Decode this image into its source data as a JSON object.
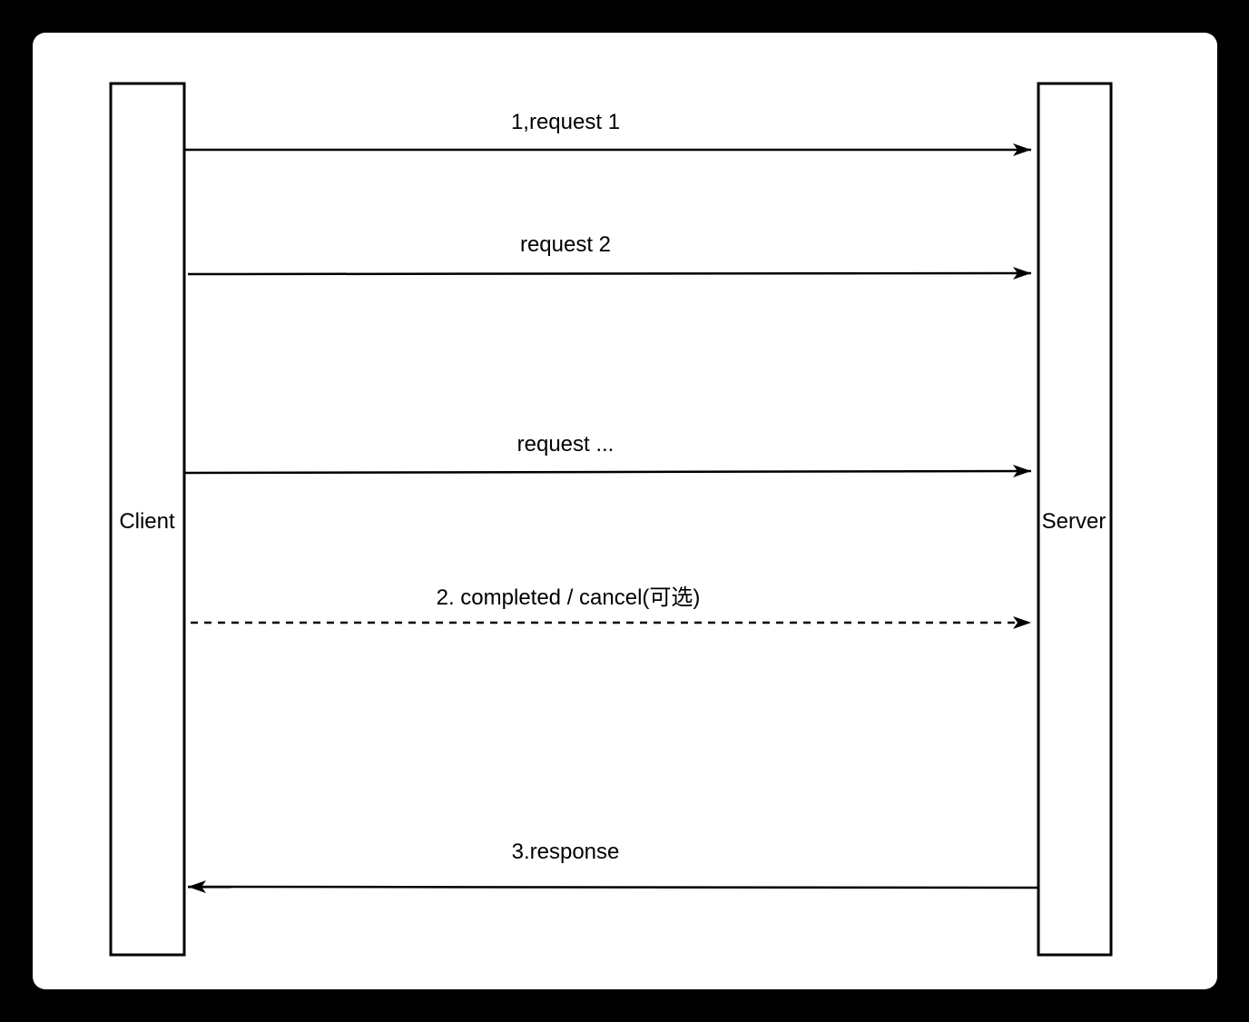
{
  "diagram": {
    "kind": "sequence-diagram",
    "participants": [
      {
        "name": "Client"
      },
      {
        "name": "Server"
      }
    ],
    "messages": [
      {
        "label": "1,request 1",
        "from": "Client",
        "to": "Server",
        "style": "solid"
      },
      {
        "label": "request 2",
        "from": "Client",
        "to": "Server",
        "style": "solid"
      },
      {
        "label": "request ...",
        "from": "Client",
        "to": "Server",
        "style": "solid"
      },
      {
        "label": "2. completed / cancel(可选)",
        "from": "Client",
        "to": "Server",
        "style": "dashed"
      },
      {
        "label": "3.response",
        "from": "Server",
        "to": "Client",
        "style": "solid"
      }
    ],
    "colors": {
      "page_background": "#000000",
      "canvas_background": "#ffffff",
      "line": "#000000",
      "text": "#000000"
    }
  }
}
